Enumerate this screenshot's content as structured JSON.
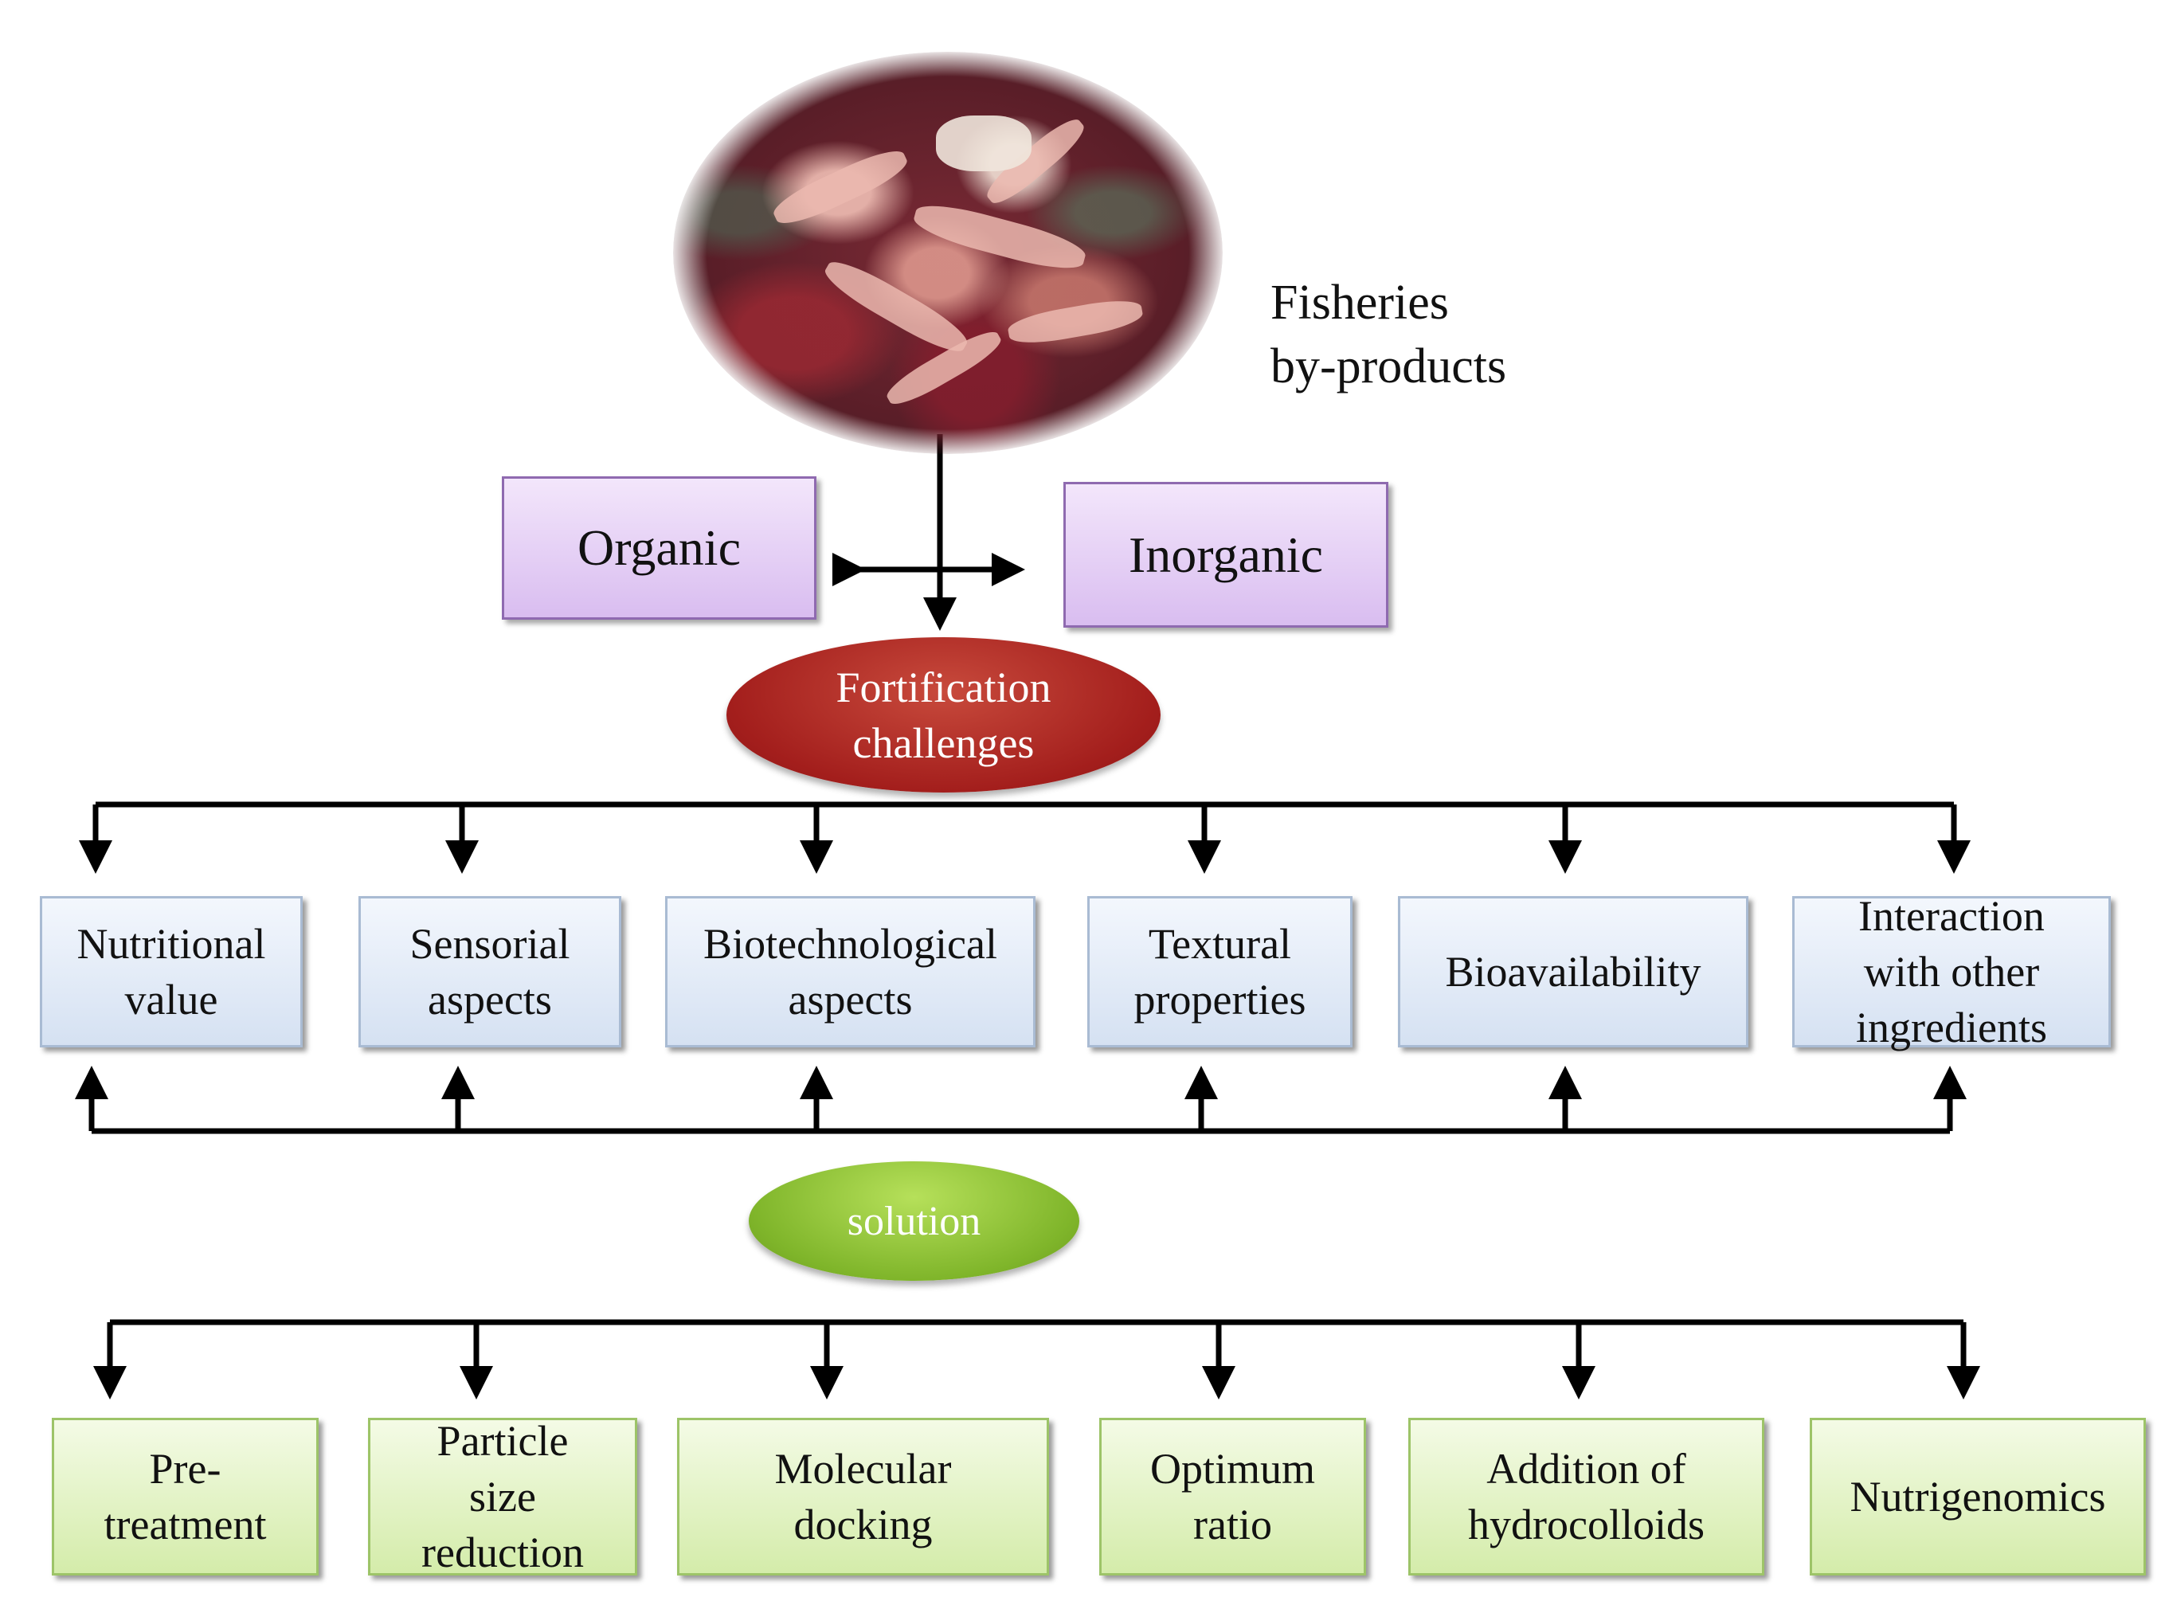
{
  "source": {
    "caption": "Fisheries\nby-products"
  },
  "categories": {
    "left": "Organic",
    "right": "Inorganic"
  },
  "challenges_node": {
    "label": "Fortification\nchallenges"
  },
  "challenges": [
    "Nutritional\nvalue",
    "Sensorial\naspects",
    "Biotechnological\naspects",
    "Textural\nproperties",
    "Bioavailability",
    "Interaction\nwith other\ningredients"
  ],
  "solution_node": {
    "label": "solution"
  },
  "solutions": [
    "Pre-\ntreatment",
    "Particle\nsize\nreduction",
    "Molecular\ndocking",
    "Optimum\nratio",
    "Addition of\nhydrocolloids",
    "Nutrigenomics"
  ],
  "colors": {
    "challenge_oval": "#a31e1c",
    "solution_oval": "#7fb52a",
    "category_box": "#d9bdf0",
    "challenge_box": "#d5e1f2",
    "solution_box": "#d4ecaa"
  }
}
